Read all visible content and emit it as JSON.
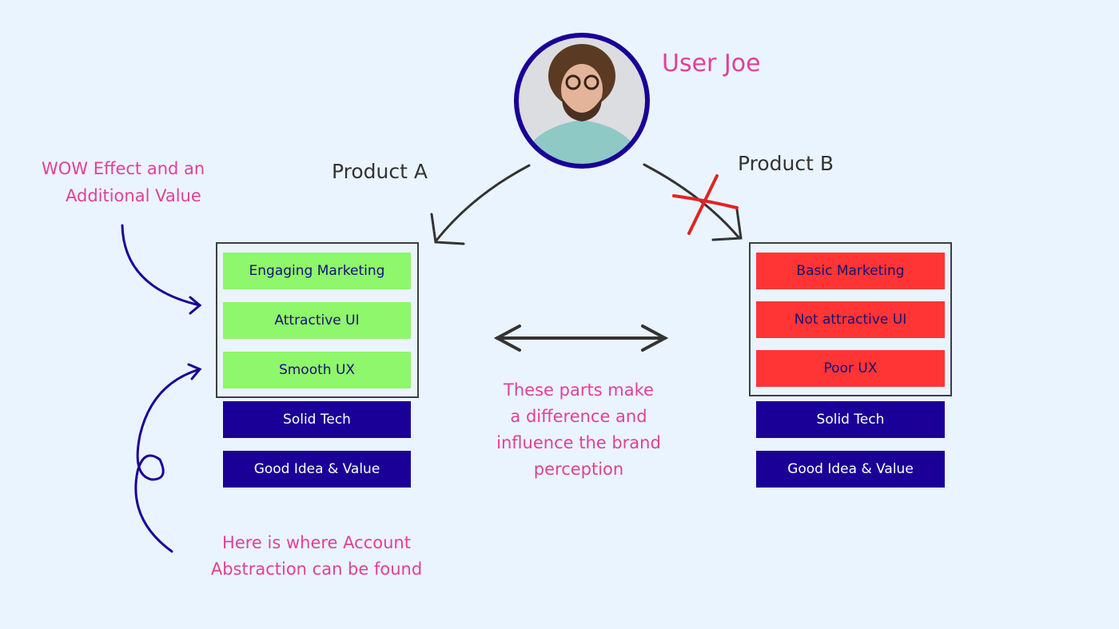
{
  "user": {
    "name": "User Joe"
  },
  "products": [
    {
      "label": "Product A",
      "layers": [
        "Engaging Marketing",
        "Attractive UI",
        "Smooth UX"
      ],
      "base": [
        "Solid Tech",
        "Good Idea & Value"
      ]
    },
    {
      "label": "Product B",
      "layers": [
        "Basic Marketing",
        "Not attractive UI",
        "Poor UX"
      ],
      "base": [
        "Solid Tech",
        "Good Idea & Value"
      ]
    }
  ],
  "annotations": {
    "wow": [
      "WOW Effect and an",
      "Additional Value"
    ],
    "difference": [
      "These parts make",
      "a difference and",
      "influence the brand",
      "perception"
    ],
    "account_abstraction": [
      "Here is where Account",
      "Abstraction can be found"
    ]
  },
  "colors": {
    "background": "#eaf4fe",
    "pink": "#e0409a",
    "navy": "#1a0096",
    "green": "#8ef76c",
    "red": "#ff3535"
  }
}
